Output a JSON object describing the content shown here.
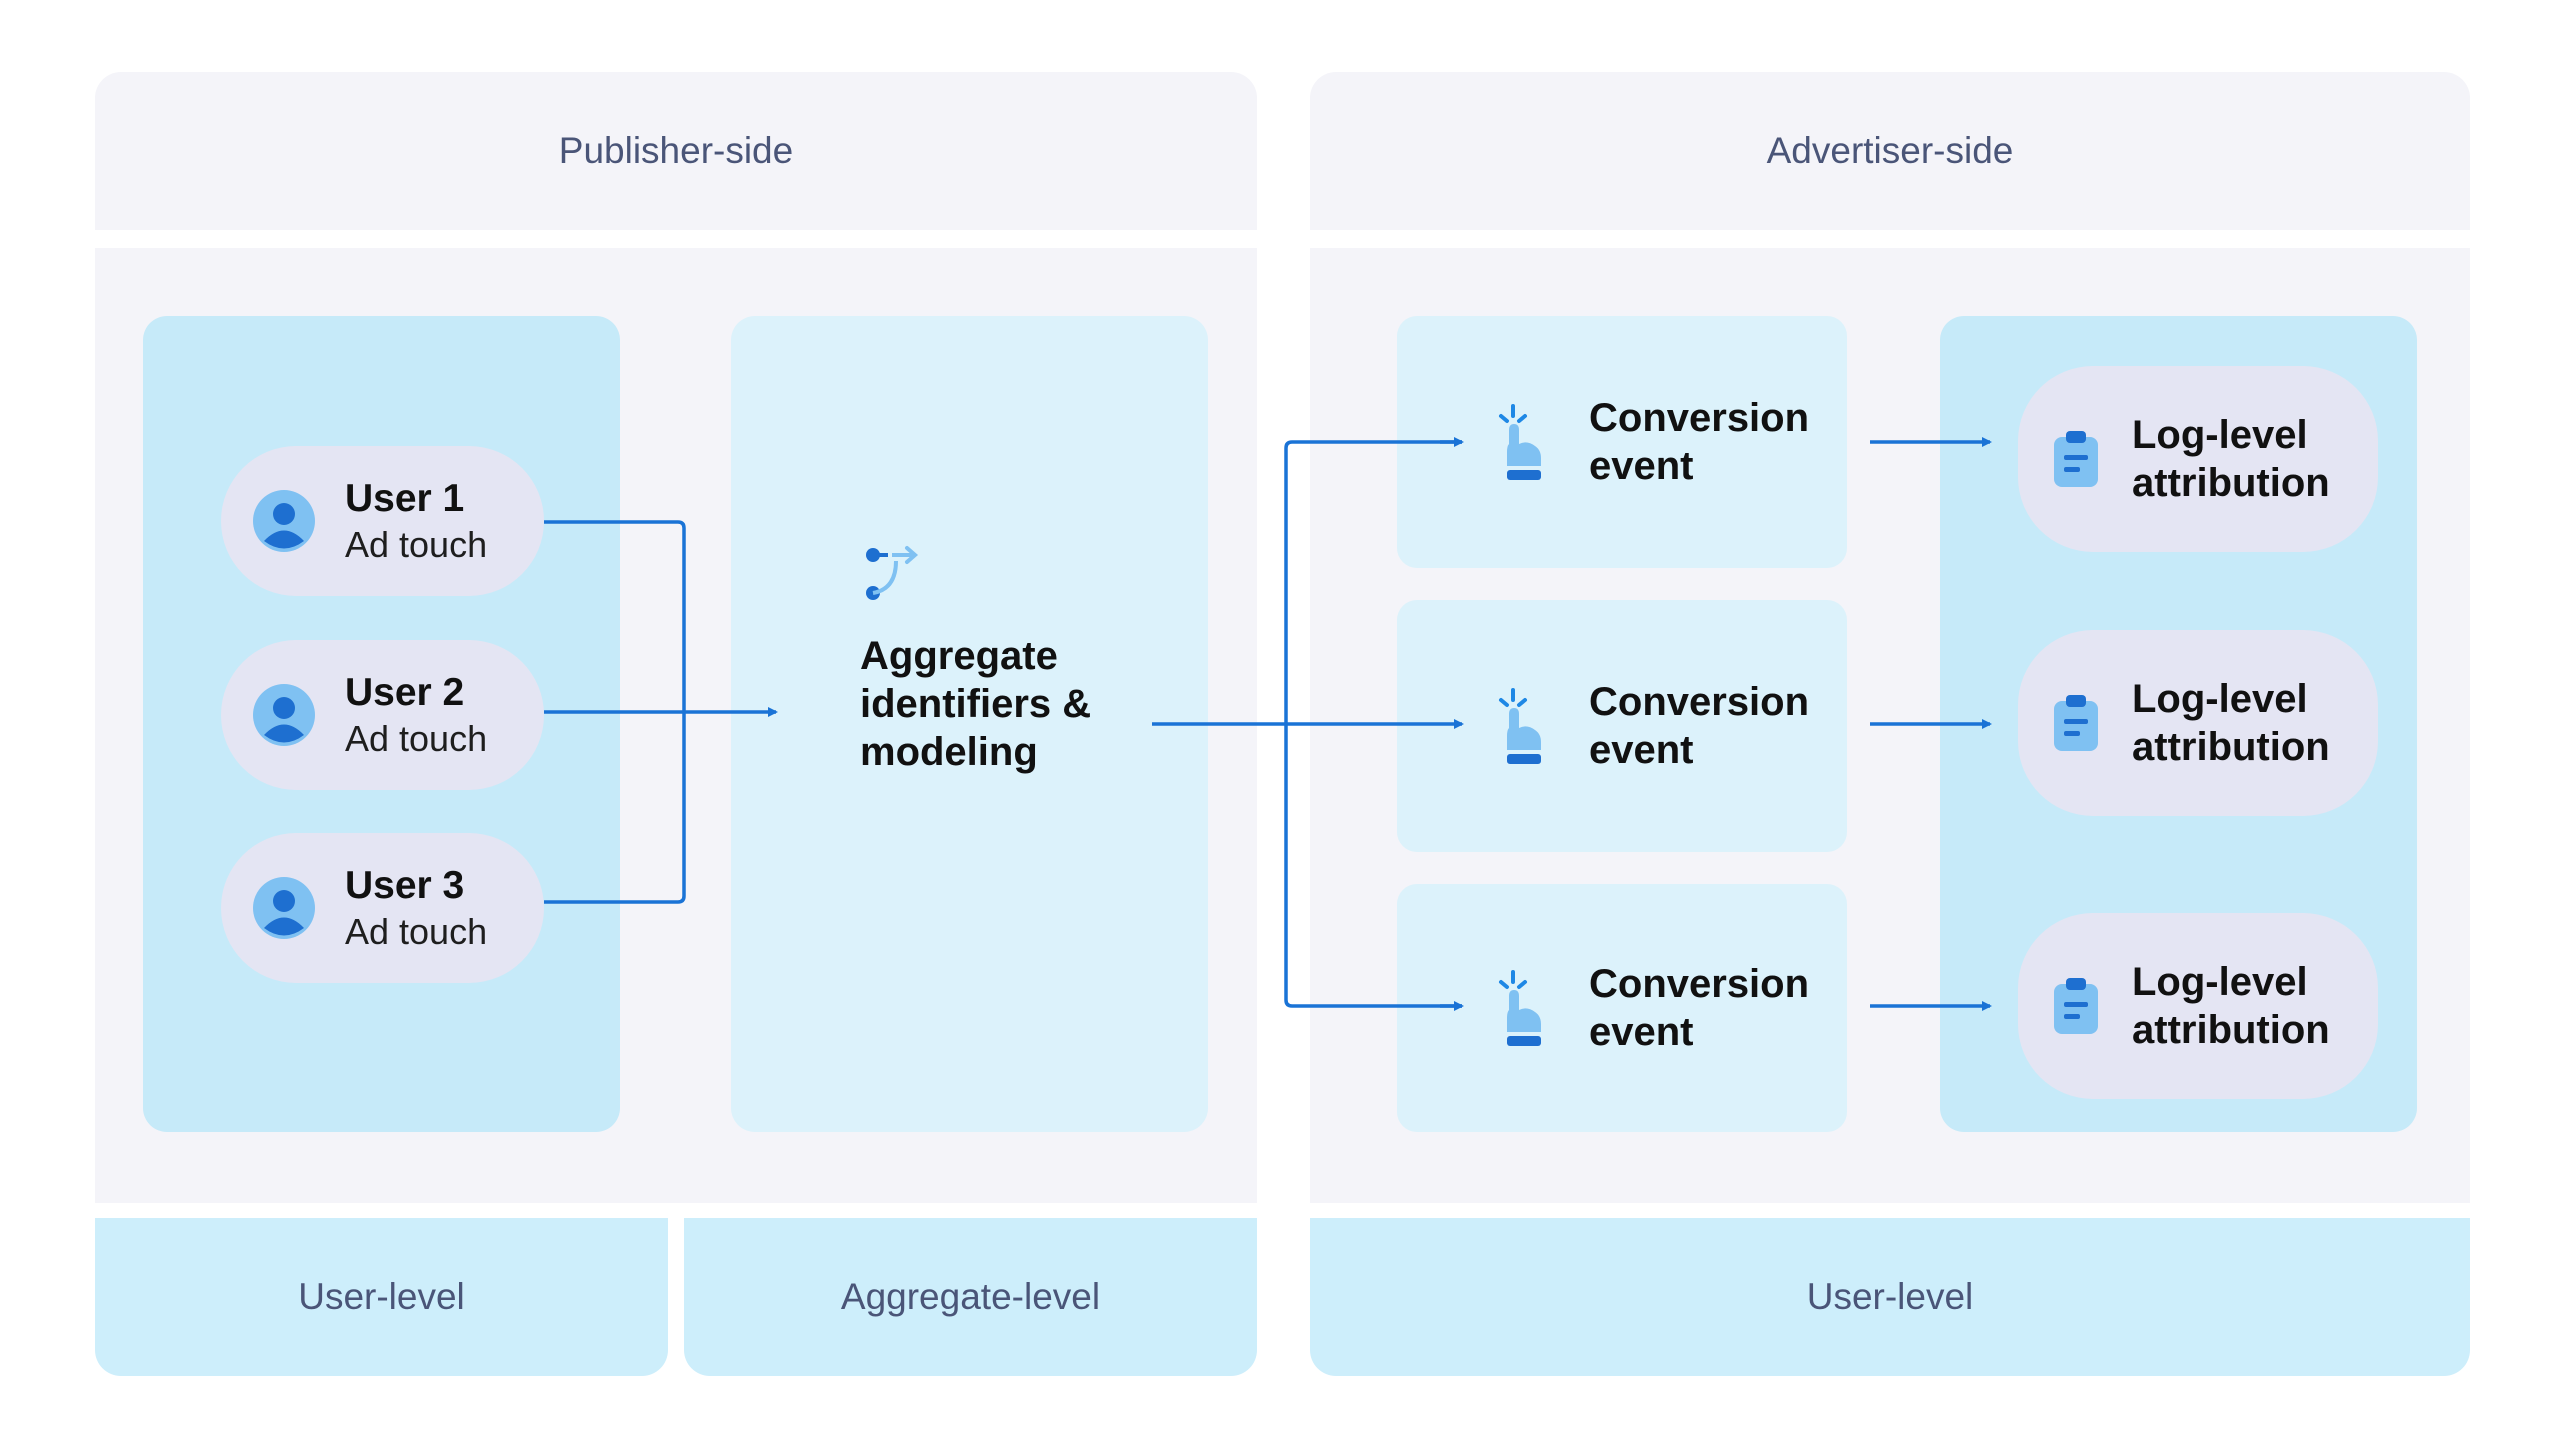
{
  "headers": {
    "publisher": "Publisher-side",
    "advertiser": "Advertiser-side"
  },
  "footers": {
    "publisher_user": "User-level",
    "publisher_aggregate": "Aggregate-level",
    "advertiser_user": "User-level"
  },
  "users": [
    {
      "name": "User 1",
      "sub": "Ad touch"
    },
    {
      "name": "User 2",
      "sub": "Ad touch"
    },
    {
      "name": "User 3",
      "sub": "Ad touch"
    }
  ],
  "aggregate": {
    "line1": "Aggregate",
    "line2": "identifiers &",
    "line3": "modeling"
  },
  "conversions": [
    {
      "line1": "Conversion",
      "line2": "event"
    },
    {
      "line1": "Conversion",
      "line2": "event"
    },
    {
      "line1": "Conversion",
      "line2": "event"
    }
  ],
  "attributions": [
    {
      "line1": "Log-level",
      "line2": "attribution"
    },
    {
      "line1": "Log-level",
      "line2": "attribution"
    },
    {
      "line1": "Log-level",
      "line2": "attribution"
    }
  ],
  "colors": {
    "arrow": "#1a73d6",
    "icon": "#1e88e5",
    "icon_light": "#7fc1f2"
  }
}
